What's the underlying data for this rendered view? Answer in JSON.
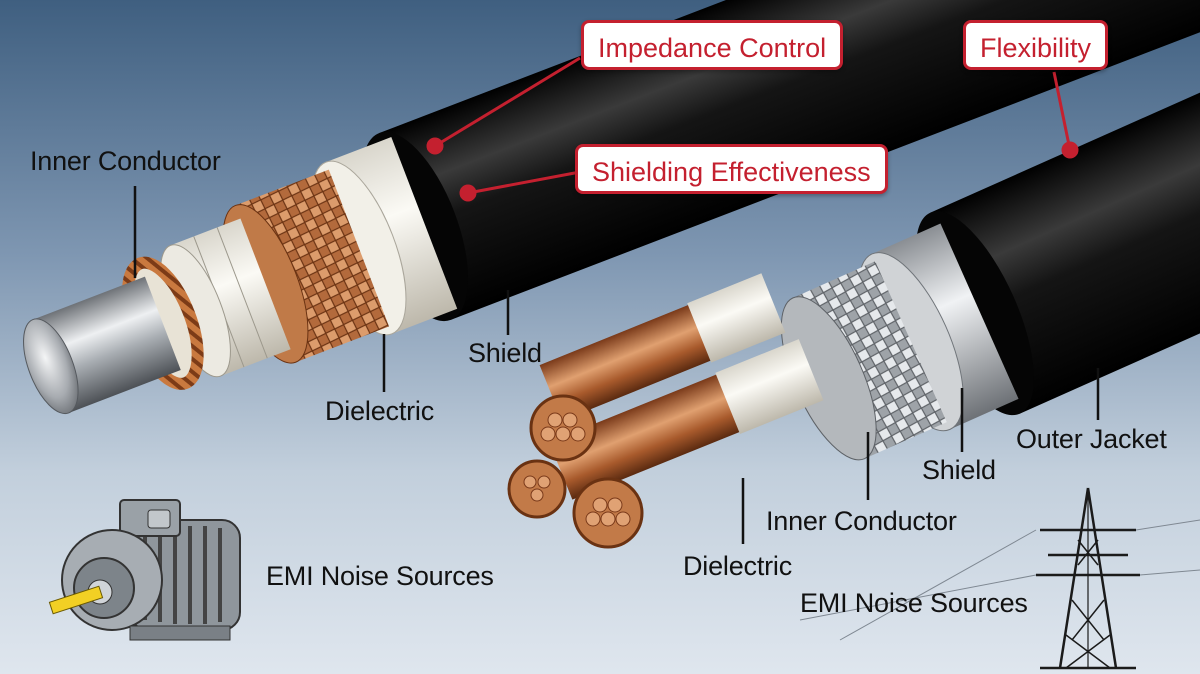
{
  "callouts": {
    "impedance": "Impedance Control",
    "shielding": "Shielding Effectiveness",
    "flexibility": "Flexibility"
  },
  "left_cable": {
    "inner_conductor": "Inner Conductor",
    "dielectric": "Dielectric",
    "shield": "Shield",
    "emi": "EMI Noise Sources"
  },
  "right_cable": {
    "outer_jacket": "Outer Jacket",
    "shield": "Shield",
    "inner_conductor": "Inner Conductor",
    "dielectric": "Dielectric",
    "emi": "EMI Noise Sources"
  },
  "colors": {
    "accent": "#c4202f",
    "copper": "#b8683a",
    "jacket": "#141414"
  }
}
